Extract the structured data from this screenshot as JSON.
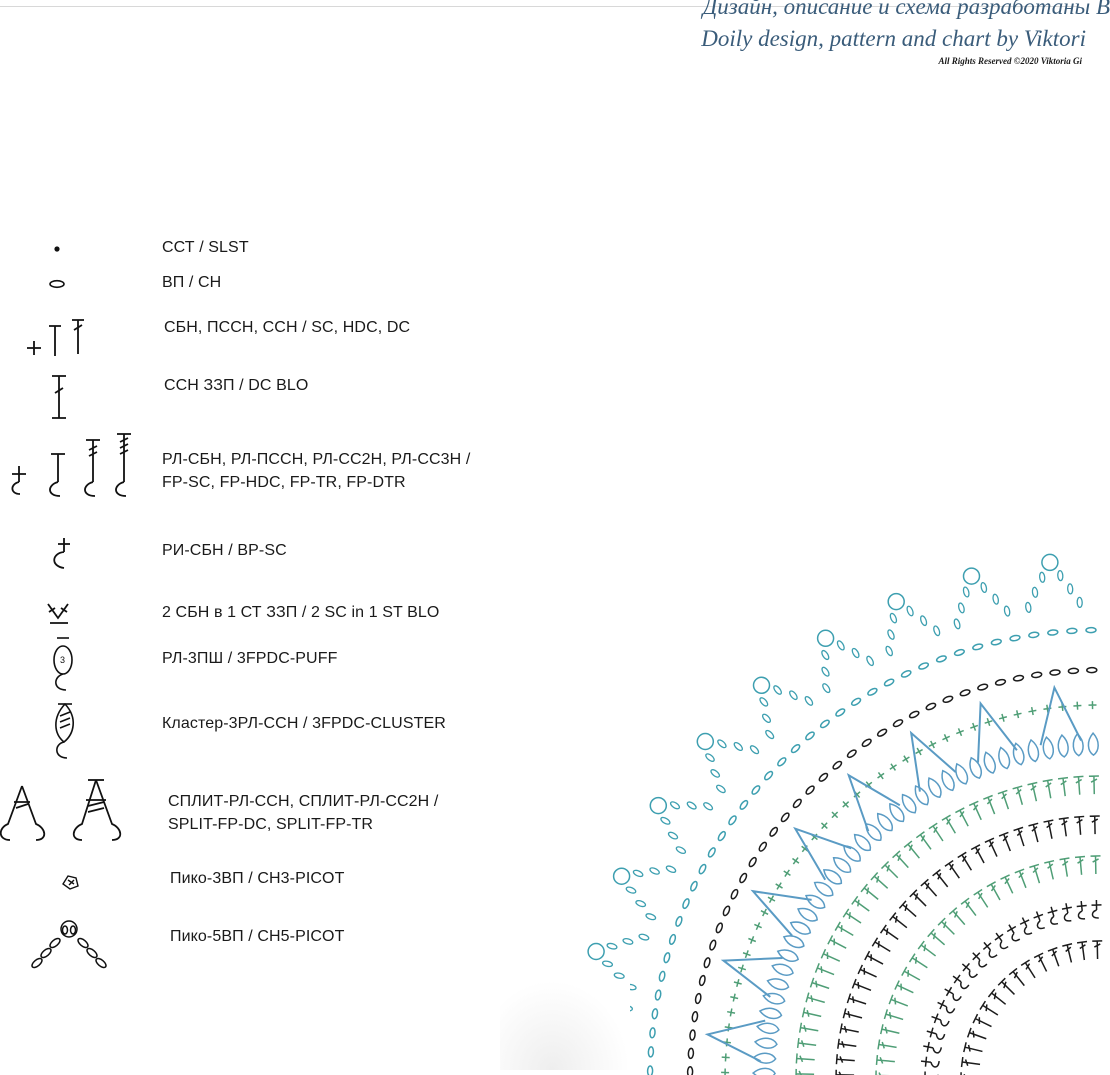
{
  "header": {
    "line_ru": "Дизайн, описание и схема разработаны В",
    "line_en": "Doily design, pattern and chart by Viktori",
    "copyright": "All Rights Reserved ©2020 Viktoria Gi"
  },
  "legend": [
    {
      "icon": "slip-stitch-dot-icon",
      "text": "ССТ / SLST"
    },
    {
      "icon": "chain-oval-icon",
      "text": "ВП / CH"
    },
    {
      "icon": "sc-hdc-dc-icon",
      "text": "СБН, ПССН, ССН / SC, HDC, DC"
    },
    {
      "icon": "dc-blo-icon",
      "text": "ССН ЗЗП / DC BLO"
    },
    {
      "icon": "front-post-stitches-icon",
      "text": "РЛ-СБН, РЛ-ПССН, РЛ-СС2Н, РЛ-СС3Н /",
      "text2": "FP-SC, FP-HDC, FP-TR, FP-DTR"
    },
    {
      "icon": "back-post-sc-icon",
      "text": "РИ-СБН / BP-SC"
    },
    {
      "icon": "two-sc-blo-icon",
      "text": "2 СБН в 1 СТ ЗЗП / 2 SC in 1 ST BLO"
    },
    {
      "icon": "puff-3fpdc-icon",
      "text": "РЛ-3ПШ / 3FPDC-PUFF"
    },
    {
      "icon": "cluster-3fpdc-icon",
      "text": "Кластер-3РЛ-ССН / 3FPDC-CLUSTER"
    },
    {
      "icon": "split-fp-icon",
      "text": "СПЛИТ-РЛ-ССН, СПЛИТ-РЛ-СС2Н /",
      "text2": "SPLIT-FP-DC, SPLIT-FP-TR"
    },
    {
      "icon": "picot-ch3-icon",
      "text": "Пико-3ВП / CH3-PICOT"
    },
    {
      "icon": "picot-ch5-icon",
      "text": "Пико-5ВП / CH5-PICOT"
    }
  ],
  "colors": {
    "teal": "#3d9fb0",
    "blue": "#5a9bc4",
    "green": "#4f9e76",
    "dark": "#1c1c1c",
    "header_text": "#3a5c7a"
  }
}
